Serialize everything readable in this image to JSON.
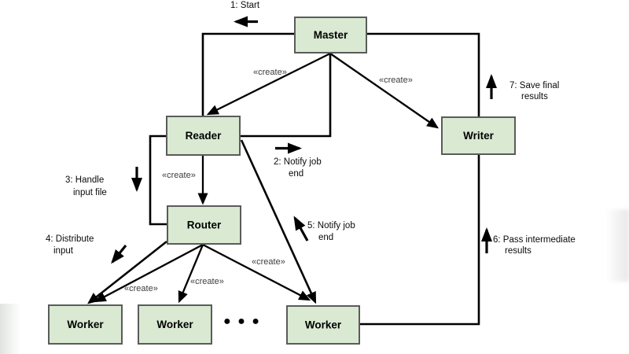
{
  "diagram": {
    "nodes": {
      "master": {
        "label": "Master"
      },
      "reader": {
        "label": "Reader"
      },
      "writer": {
        "label": "Writer"
      },
      "router": {
        "label": "Router"
      },
      "worker_left": {
        "label": "Worker"
      },
      "worker_middle": {
        "label": "Worker"
      },
      "worker_right": {
        "label": "Worker"
      }
    },
    "stereotype": "«create»",
    "ellipsis": "● ● ●",
    "messages": {
      "m1": {
        "line1": "1: Start",
        "line2": ""
      },
      "m2": {
        "line1": "2:  Notify job",
        "line2": "end"
      },
      "m3": {
        "line1": "3: Handle",
        "line2": "input file"
      },
      "m4": {
        "line1": "4: Distribute",
        "line2": "input"
      },
      "m5": {
        "line1": "5: Notify job",
        "line2": "end"
      },
      "m6": {
        "line1": "6:  Pass intermediate",
        "line2": "results"
      },
      "m7": {
        "line1": "7: Save final",
        "line2": "results"
      }
    },
    "colors": {
      "node_fill": "#d9e9d2",
      "node_border": "#5b5b5b",
      "line": "#000000",
      "label_text": "#0a0a0a",
      "stereotype_text": "#3d3d3d",
      "background": "#ffffff"
    }
  }
}
